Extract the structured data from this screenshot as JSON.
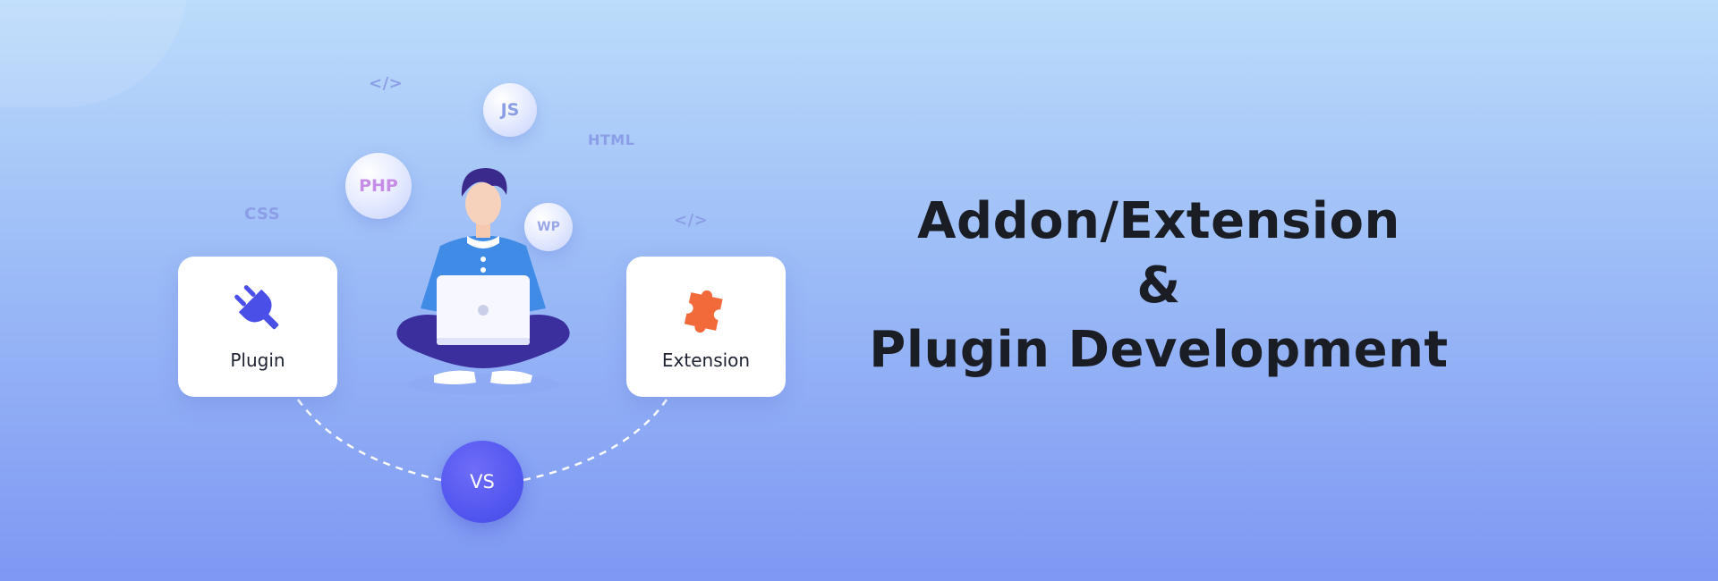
{
  "floating_tags": {
    "code_left": "</>",
    "js": "JS",
    "html": "HTML",
    "php": "PHP",
    "css": "CSS",
    "wp": "WP",
    "code_right": "</>"
  },
  "cards": {
    "plugin": {
      "label": "Plugin",
      "icon": "plug-icon"
    },
    "extension": {
      "label": "Extension",
      "icon": "puzzle-piece-icon"
    }
  },
  "vs_badge": "VS",
  "headline": {
    "line1": "Addon/Extension",
    "line2": "&",
    "line3": "Plugin Development"
  },
  "colors": {
    "background_top": "#bcdcfb",
    "background_bottom": "#7e98f3",
    "plug_icon": "#4a4fe8",
    "puzzle_icon": "#f26a3a",
    "vs_badge": "#5357f0",
    "headline_text": "#1a1d24"
  }
}
